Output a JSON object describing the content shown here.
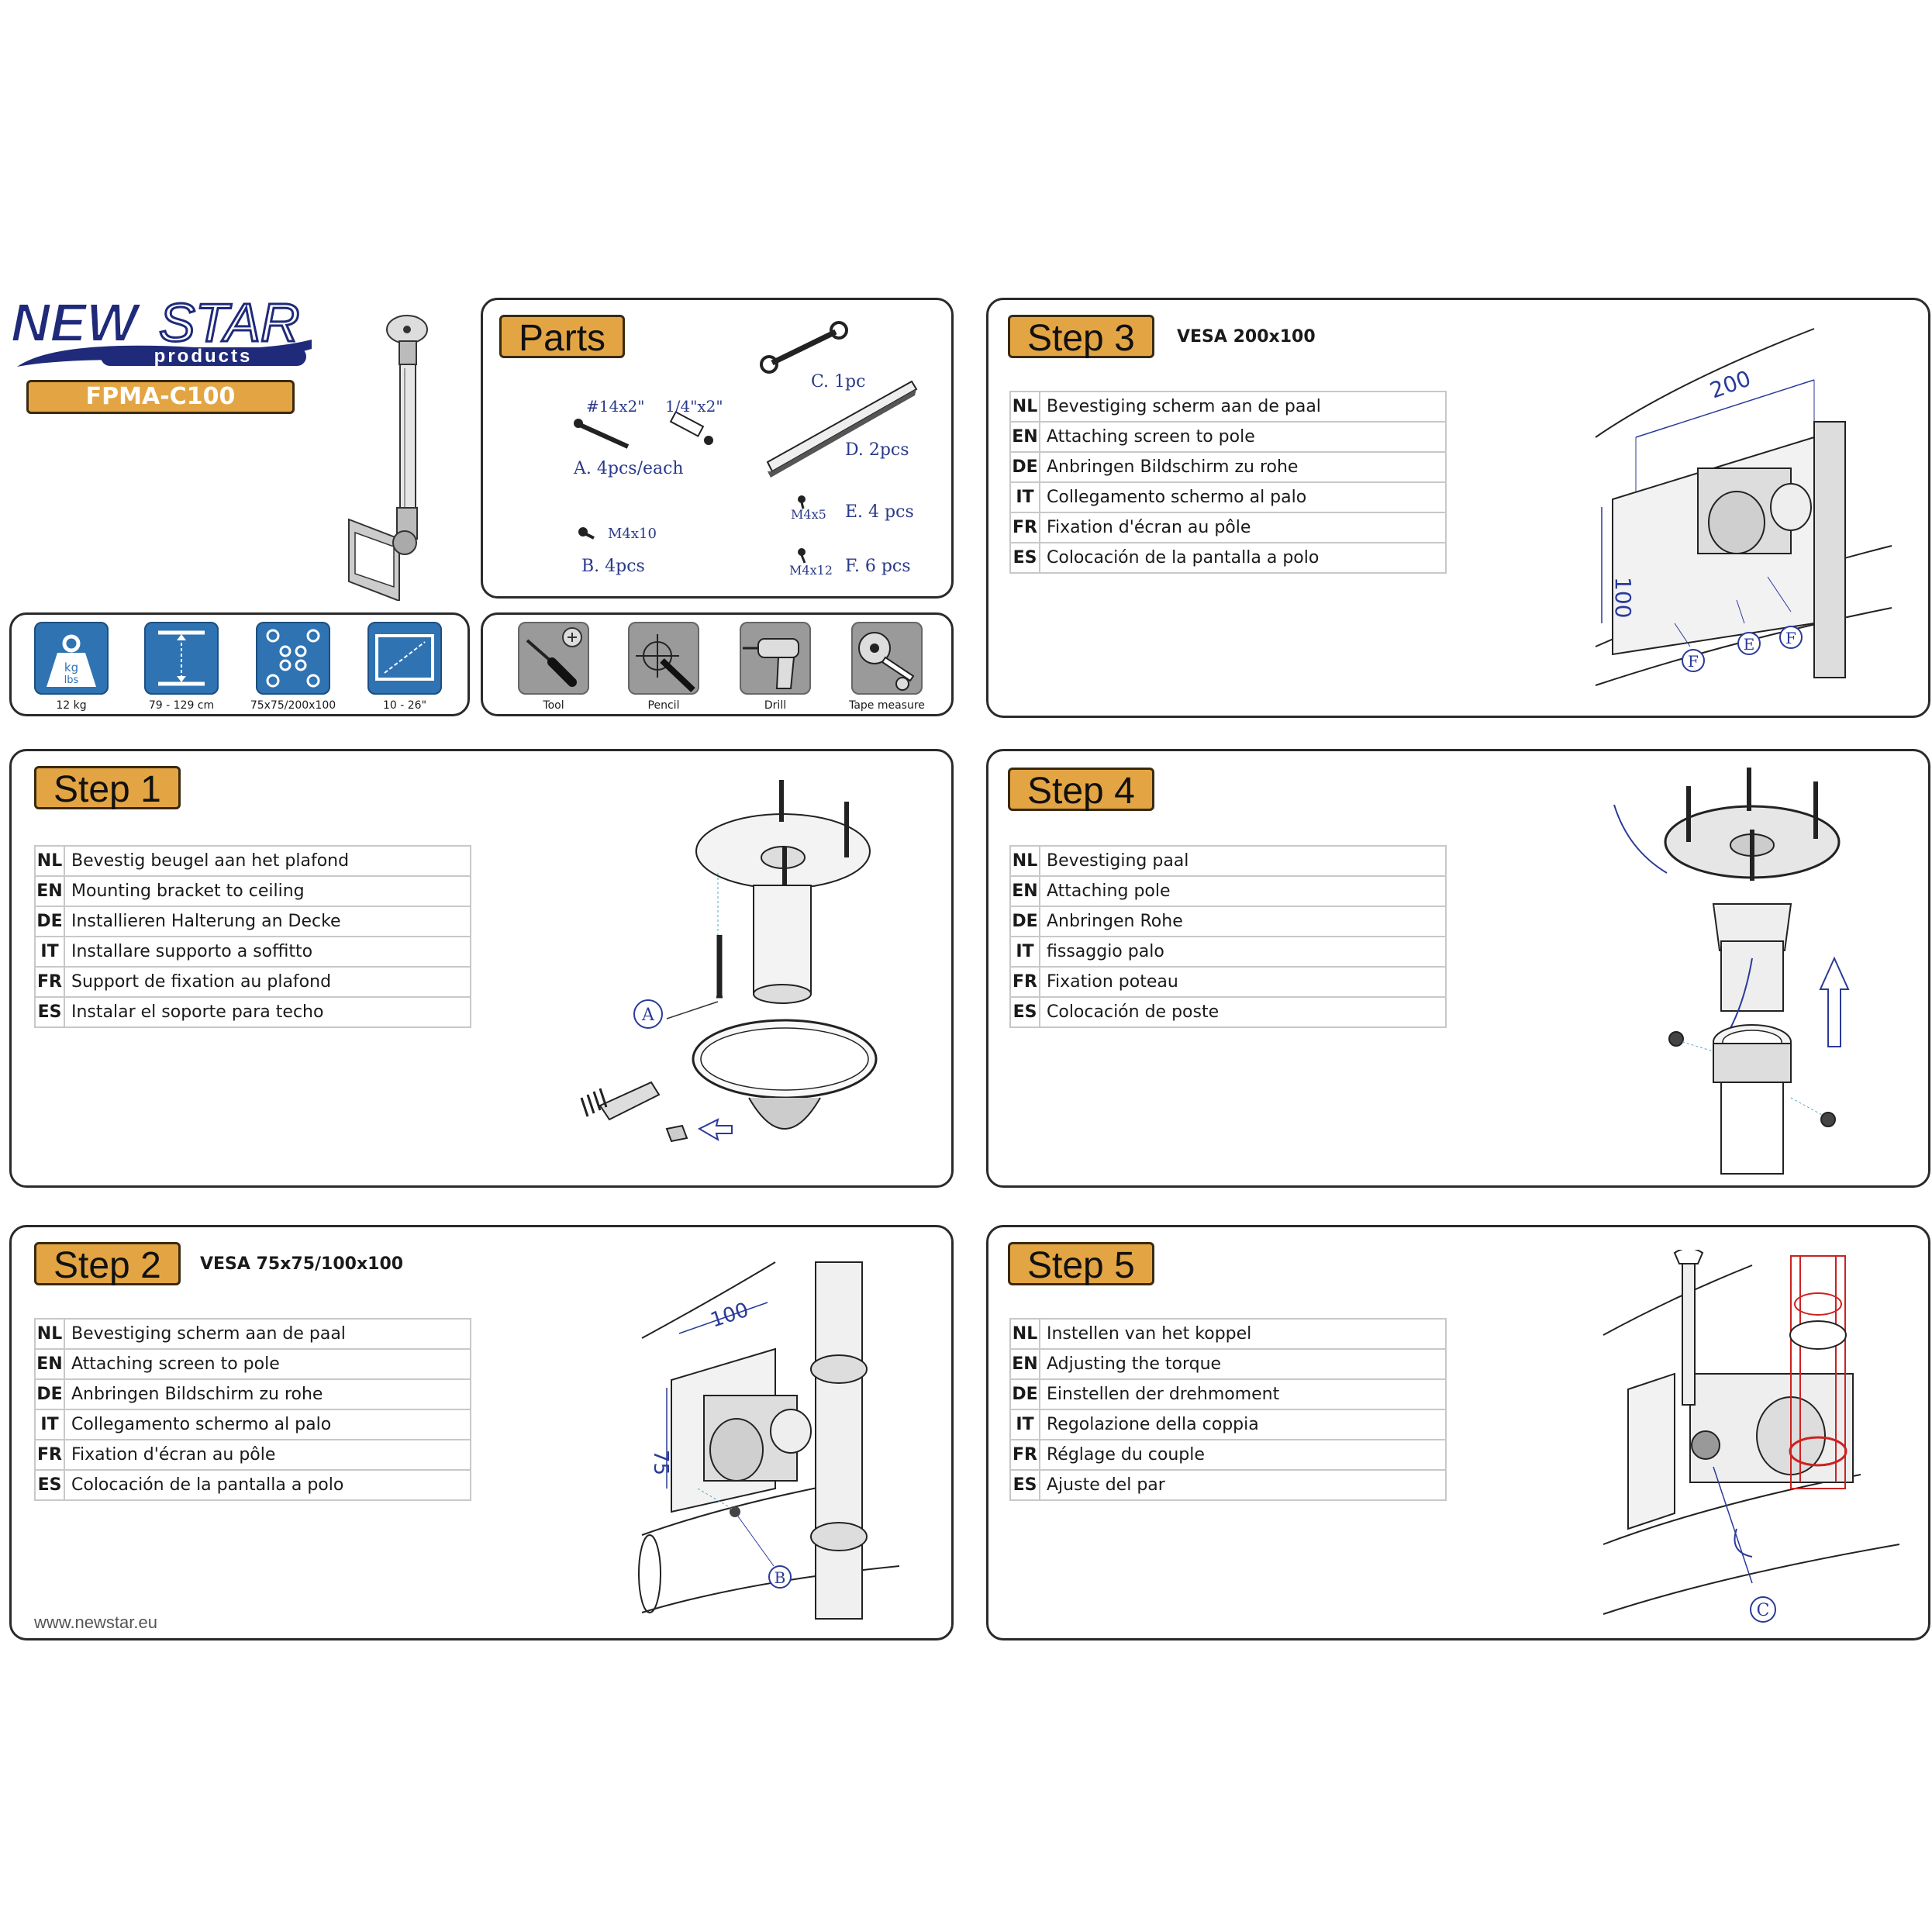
{
  "brand": {
    "name_part1": "NEW",
    "name_part2": "STAR",
    "sub": "products",
    "model": "FPMA-C100"
  },
  "specs": [
    {
      "icon": "weight-icon",
      "label": "12 kg",
      "icon_text_top": "kg",
      "icon_text_bottom": "lbs"
    },
    {
      "icon": "height-range-icon",
      "label": "79 - 129 cm"
    },
    {
      "icon": "vesa-pattern-icon",
      "label": "75x75/200x100"
    },
    {
      "icon": "screen-size-icon",
      "label": "10 - 26\""
    }
  ],
  "tools": [
    {
      "icon": "screwdriver-icon",
      "label": "Tool"
    },
    {
      "icon": "pencil-icon",
      "label": "Pencil"
    },
    {
      "icon": "drill-icon",
      "label": "Drill"
    },
    {
      "icon": "tape-measure-icon",
      "label": "Tape measure"
    }
  ],
  "parts": {
    "title": "Parts",
    "a_size1": "#14x2\"",
    "a_size2": "1/4\"x2\"",
    "a_label": "A. 4pcs/each",
    "b_size": "M4x10",
    "b_label": "B. 4pcs",
    "c_label": "C. 1pc",
    "d_label": "D. 2pcs",
    "e_size": "M4x5",
    "e_label": "E. 4 pcs",
    "f_size": "M4x12",
    "f_label": "F. 6 pcs"
  },
  "step1": {
    "title": "Step 1",
    "rows": [
      {
        "code": "NL",
        "text": "Bevestig beugel aan het plafond"
      },
      {
        "code": "EN",
        "text": "Mounting bracket to ceiling"
      },
      {
        "code": "DE",
        "text": "Installieren Halterung an Decke"
      },
      {
        "code": "IT",
        "text": "Installare supporto a soffitto"
      },
      {
        "code": "FR",
        "text": "Support de fixation au plafond"
      },
      {
        "code": "ES",
        "text": "Instalar el soporte para techo"
      }
    ],
    "callouts": [
      "A"
    ]
  },
  "step2": {
    "title": "Step 2",
    "vesa": "VESA 75x75/100x100",
    "rows": [
      {
        "code": "NL",
        "text": "Bevestiging scherm aan de paal"
      },
      {
        "code": "EN",
        "text": "Attaching screen to pole"
      },
      {
        "code": "DE",
        "text": "Anbringen Bildschirm zu rohe"
      },
      {
        "code": "IT",
        "text": "Collegamento schermo al palo"
      },
      {
        "code": "FR",
        "text": "Fixation d'écran au pôle"
      },
      {
        "code": "ES",
        "text": "Colocación de la pantalla a polo"
      }
    ],
    "dim_h": "100",
    "dim_v": "75",
    "callouts": [
      "B"
    ]
  },
  "step3": {
    "title": "Step 3",
    "vesa": "VESA 200x100",
    "rows": [
      {
        "code": "NL",
        "text": "Bevestiging scherm aan de paal"
      },
      {
        "code": "EN",
        "text": "Attaching screen to pole"
      },
      {
        "code": "DE",
        "text": "Anbringen Bildschirm zu rohe"
      },
      {
        "code": "IT",
        "text": "Collegamento schermo al palo"
      },
      {
        "code": "FR",
        "text": "Fixation d'écran au pôle"
      },
      {
        "code": "ES",
        "text": "Colocación de la pantalla a polo"
      }
    ],
    "dim_h": "200",
    "dim_v": "100",
    "callouts": [
      "F",
      "E",
      "F"
    ]
  },
  "step4": {
    "title": "Step 4",
    "rows": [
      {
        "code": "NL",
        "text": "Bevestiging paal"
      },
      {
        "code": "EN",
        "text": "Attaching pole"
      },
      {
        "code": "DE",
        "text": "Anbringen Rohe"
      },
      {
        "code": "IT",
        "text": "fissaggio palo"
      },
      {
        "code": "FR",
        "text": "Fixation poteau"
      },
      {
        "code": "ES",
        "text": "Colocación de poste"
      }
    ]
  },
  "step5": {
    "title": "Step 5",
    "rows": [
      {
        "code": "NL",
        "text": "Instellen van het koppel"
      },
      {
        "code": "EN",
        "text": "Adjusting the torque"
      },
      {
        "code": "DE",
        "text": "Einstellen der drehmoment"
      },
      {
        "code": "IT",
        "text": "Regolazione della coppia"
      },
      {
        "code": "FR",
        "text": "Réglage du couple"
      },
      {
        "code": "ES",
        "text": "Ajuste del par"
      }
    ],
    "callouts": [
      "C"
    ]
  },
  "footer": {
    "url": "www.newstar.eu"
  },
  "colors": {
    "tab": "#e3a544",
    "spec_blue": "#2f73b3",
    "tool_gray": "#9a9a9a",
    "brand_navy": "#1f2a7a",
    "callout_blue": "#2a3a9a",
    "torque_red": "#cc2222"
  }
}
